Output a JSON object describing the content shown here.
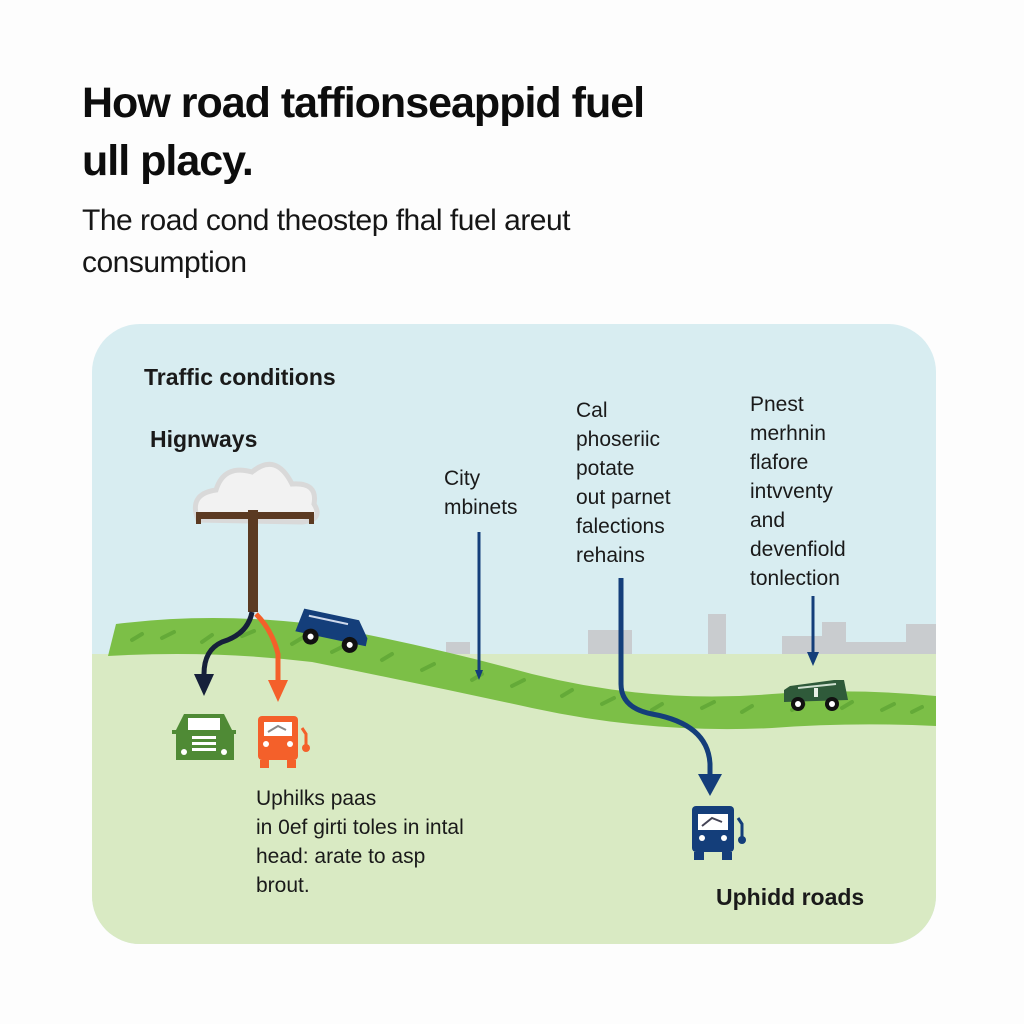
{
  "header": {
    "title": "How road taffionseappid fuel ull placy.",
    "subtitle": "The road cond theostep fhal fuel areut consumption"
  },
  "diagram": {
    "section_title": "Traffic conditions",
    "labels": {
      "highways": "Hignways",
      "city": "City\nmbinets",
      "cal_block": "Cal\nphoseriic\npotate\nout parnet\nfalections\nrehains",
      "pnest_block": "Pnest\nmerhnin\nflafore\nintvventy\nand\ndevenfiold\ntonlection",
      "uphilks_block": "Uphilks paas\nin 0ef girti toles in intal\nhead: arate to asp\nbrout.",
      "uphidd": "Uphidd roads"
    },
    "icons": [
      "cloud-icon",
      "utility-pole-icon",
      "blue-suv-icon",
      "green-car-icon",
      "orange-fuel-truck-icon",
      "navy-fuel-truck-icon",
      "dark-green-suv-icon",
      "city-skyline-icon"
    ],
    "colors": {
      "sky": "#d8edf1",
      "ground": "#d9eac3",
      "grass": "#7cbf47",
      "grass_dark": "#5fa635",
      "navy": "#143e7a",
      "orange": "#f4602a",
      "green_car": "#4f8a35",
      "pole": "#5b3a22",
      "skyline": "#c9cccf",
      "dark_green_suv": "#2f5a3a"
    }
  }
}
